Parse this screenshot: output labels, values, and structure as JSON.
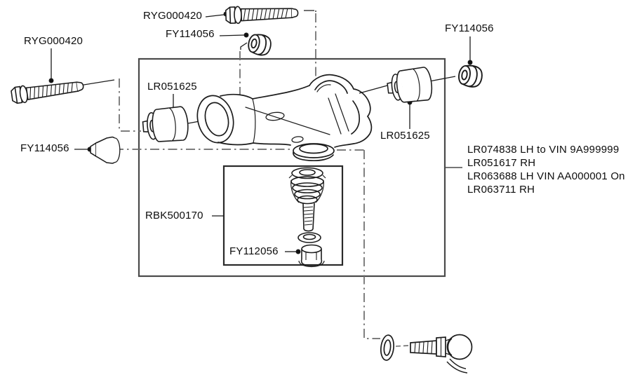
{
  "labels": {
    "bolt_top": "RYG000420",
    "nut_top": "FY114056",
    "bolt_left": "RYG000420",
    "nut_right": "FY114056",
    "bushing_left": "LR051625",
    "bushing_right": "LR051625",
    "nut_left": "FY114056",
    "ball_joint": "RBK500170",
    "ball_joint_nut": "FY112056"
  },
  "variant_note": {
    "line1": "LR074838 LH to VIN 9A999999",
    "line2": "LR051617 RH",
    "line3": "LR063688 LH VIN AA000001 On",
    "line4": "LR063711 RH"
  },
  "parts_icons": [
    "hex-flange-bolt-icon",
    "flange-nut-icon",
    "cone-lock-nut-icon",
    "suspension-bushing-icon",
    "lower-control-arm-icon",
    "ball-joint-icon",
    "castle-nut-icon",
    "washer-icon",
    "ball-pin-stud-icon"
  ],
  "colors": {
    "drawing_line": "#1c1c1c",
    "leader_line": "#6b6b6b",
    "box_border": "#4a4a4a",
    "background": "#ffffff",
    "text": "#0d0d0d"
  }
}
